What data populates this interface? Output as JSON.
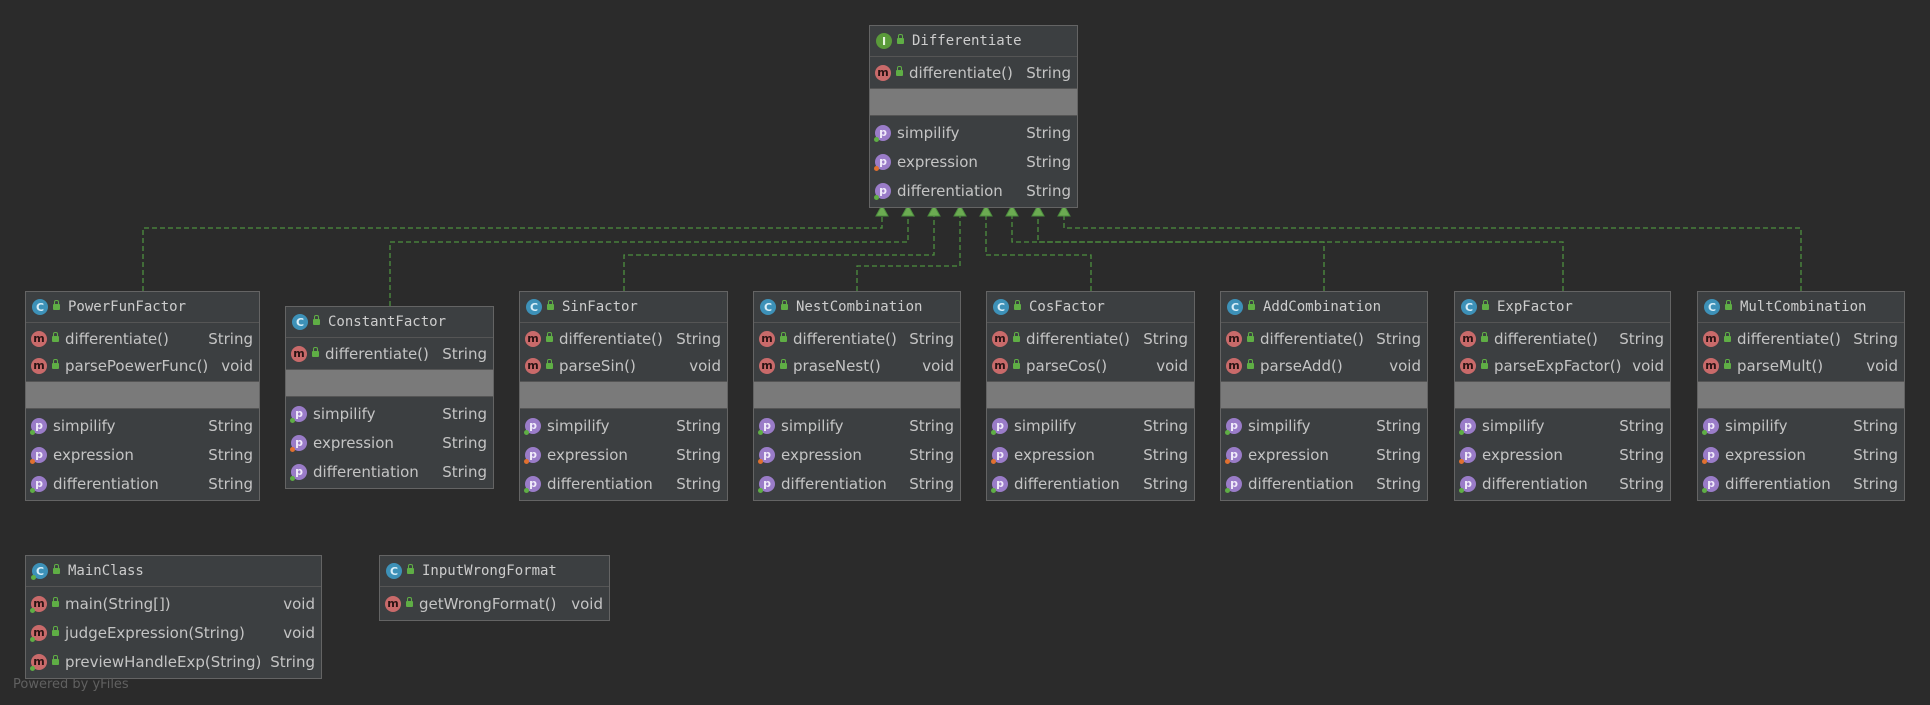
{
  "interface": {
    "name": "Differentiate",
    "methods": [
      {
        "name": "differentiate()",
        "type": "String"
      }
    ],
    "fields": [
      {
        "name": "simpilify",
        "type": "String"
      },
      {
        "name": "expression",
        "type": "String"
      },
      {
        "name": "differentiation",
        "type": "String"
      }
    ]
  },
  "classes": [
    {
      "name": "PowerFunFactor",
      "methods": [
        {
          "name": "differentiate()",
          "type": "String"
        },
        {
          "name": "parsePoewerFunc()",
          "type": "void"
        }
      ]
    },
    {
      "name": "ConstantFactor",
      "methods": [
        {
          "name": "differentiate()",
          "type": "String"
        }
      ]
    },
    {
      "name": "SinFactor",
      "methods": [
        {
          "name": "differentiate()",
          "type": "String"
        },
        {
          "name": "parseSin()",
          "type": "void"
        }
      ]
    },
    {
      "name": "NestCombination",
      "methods": [
        {
          "name": "differentiate()",
          "type": "String"
        },
        {
          "name": "praseNest()",
          "type": "void"
        }
      ]
    },
    {
      "name": "CosFactor",
      "methods": [
        {
          "name": "differentiate()",
          "type": "String"
        },
        {
          "name": "parseCos()",
          "type": "void"
        }
      ]
    },
    {
      "name": "AddCombination",
      "methods": [
        {
          "name": "differentiate()",
          "type": "String"
        },
        {
          "name": "parseAdd()",
          "type": "void"
        }
      ]
    },
    {
      "name": "ExpFactor",
      "methods": [
        {
          "name": "differentiate()",
          "type": "String"
        },
        {
          "name": "parseExpFactor()",
          "type": "void"
        }
      ]
    },
    {
      "name": "MultCombination",
      "methods": [
        {
          "name": "differentiate()",
          "type": "String"
        },
        {
          "name": "parseMult()",
          "type": "void"
        }
      ]
    }
  ],
  "shared_fields": [
    {
      "name": "simpilify",
      "type": "String"
    },
    {
      "name": "expression",
      "type": "String"
    },
    {
      "name": "differentiation",
      "type": "String"
    }
  ],
  "main_class": {
    "name": "MainClass",
    "methods": [
      {
        "name": "main(String[])",
        "type": "void"
      },
      {
        "name": "judgeExpression(String)",
        "type": "void"
      },
      {
        "name": "previewHandleExp(String)",
        "type": "String"
      }
    ]
  },
  "wrong_format": {
    "name": "InputWrongFormat",
    "methods": [
      {
        "name": "getWrongFormat()",
        "type": "void"
      }
    ]
  },
  "icons": {
    "class": "C",
    "interface": "I",
    "method": "m",
    "property": "p"
  },
  "colors": {
    "background": "#2b2b2b",
    "node": "#3c3f41",
    "link": "#4d8f3f",
    "class_icon": "#3d91b8",
    "interface_icon": "#5a9a3a",
    "method_icon": "#c96a6a",
    "property_icon": "#9a7cc8"
  },
  "watermark": "Powered by yFiles"
}
